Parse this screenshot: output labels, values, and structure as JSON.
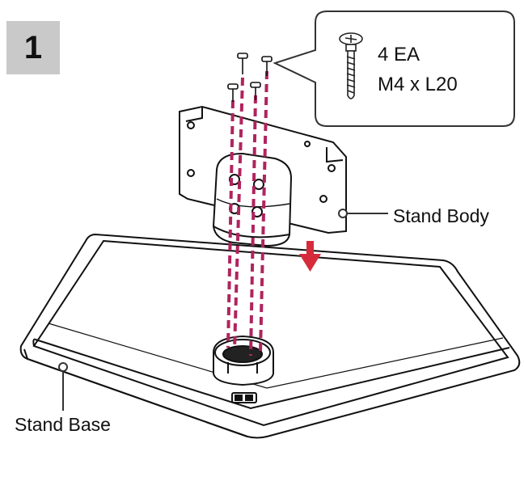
{
  "step": {
    "number": "1"
  },
  "callout": {
    "quantity": "4 EA",
    "spec": "M4 x L20",
    "icon": "screw-icon"
  },
  "labels": {
    "stand_body": "Stand Body",
    "stand_base": "Stand Base"
  },
  "colors": {
    "screw_path": "#b0245e",
    "arrow": "#d62b3a",
    "badge": "#c9c9c9"
  }
}
